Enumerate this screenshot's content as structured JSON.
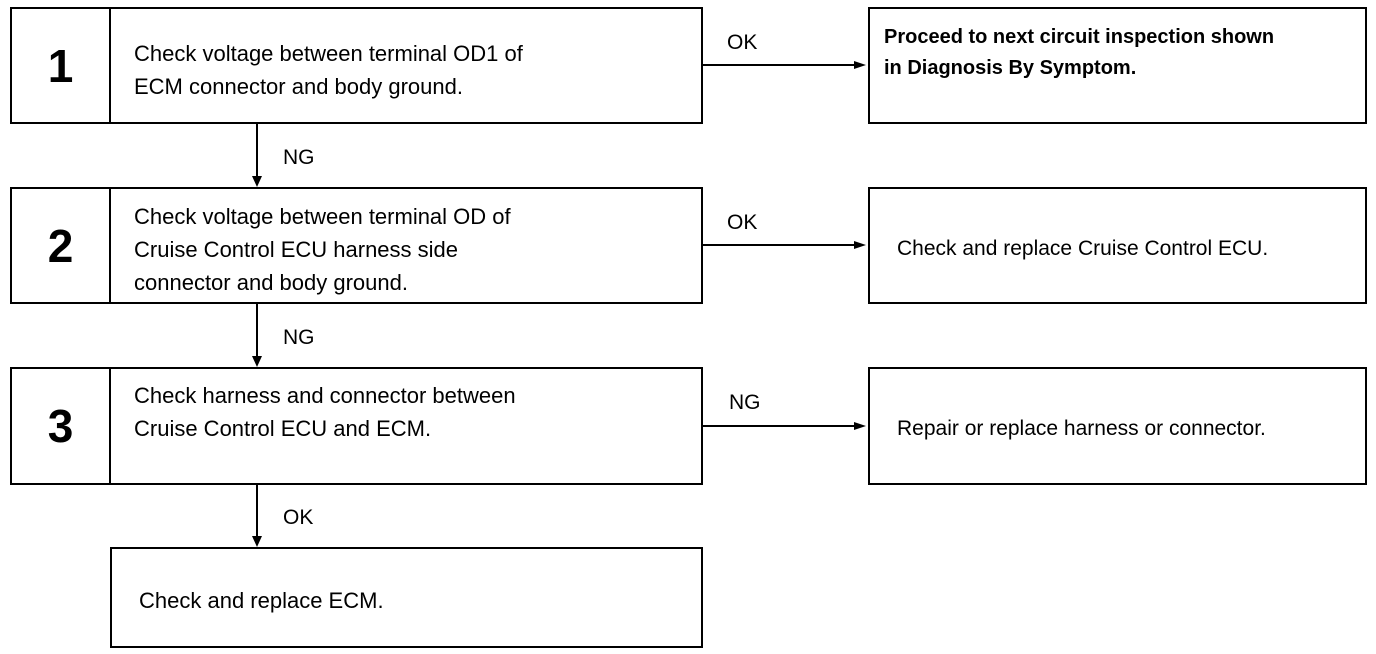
{
  "steps": [
    {
      "number": "1",
      "text": [
        "Check voltage between terminal OD1 of",
        "ECM connector and body ground."
      ]
    },
    {
      "number": "2",
      "text": [
        "Check voltage between terminal OD of",
        "Cruise Control ECU harness side",
        "connector and body ground."
      ]
    },
    {
      "number": "3",
      "text": [
        "Check harness and connector between",
        "Cruise Control ECU and ECM."
      ]
    }
  ],
  "results": [
    {
      "lines": [
        "Proceed to next circuit inspection shown",
        "in Diagnosis By Symptom."
      ]
    },
    {
      "lines": [
        "Check and replace Cruise Control ECU."
      ]
    },
    {
      "lines": [
        "Repair or replace harness or connector."
      ]
    }
  ],
  "final_box": {
    "text": "Check and replace ECM."
  },
  "branch_labels": {
    "s1_right": "OK",
    "s1_down": "NG",
    "s2_right": "OK",
    "s2_down": "NG",
    "s3_right": "NG",
    "s3_down": "OK"
  }
}
